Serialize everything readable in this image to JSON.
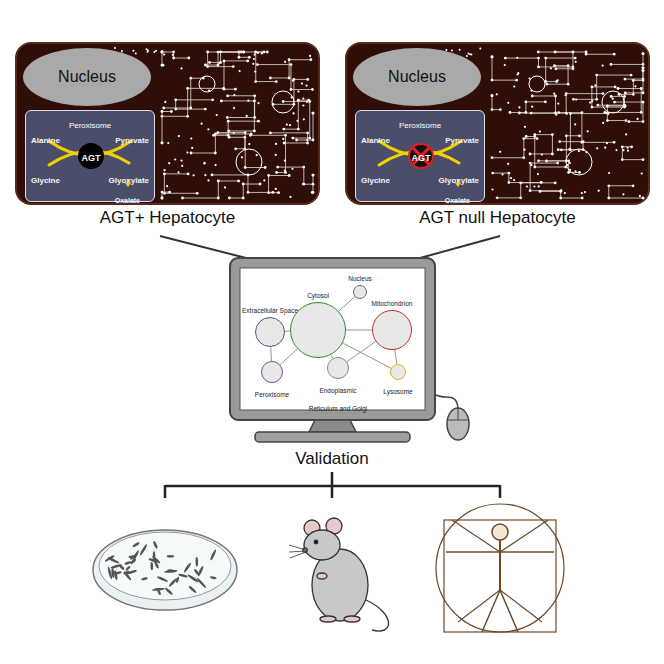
{
  "diagram": {
    "nodes": [
      {
        "text": [
          "AGT+ Hepatocyte"
        ]
      },
      {
        "text": [
          "Nucleus"
        ],
        "in": 0
      },
      {
        "text": [
          "Peroxisome"
        ],
        "in": 0
      },
      {
        "text": [
          "AGT"
        ],
        "in": 2
      },
      {
        "text": [
          "AGT null Hepatocyte"
        ]
      },
      {
        "text": [
          "Nucleus"
        ],
        "in": 4
      },
      {
        "text": [
          "Peroxisome"
        ],
        "in": 4
      },
      {
        "text": [
          "AGT"
        ],
        "in": 6
      },
      {
        "text": [
          "Extracellular Space"
        ]
      },
      {
        "text": [
          "Cytosol"
        ]
      },
      {
        "text": [
          "Nucleus"
        ]
      },
      {
        "text": [
          "Mitochondrion"
        ]
      },
      {
        "text": [
          "Peroxisome"
        ]
      },
      {
        "text": [
          "Endoplasmic Reticulum and Golgi"
        ]
      },
      {
        "text": [
          "Lysosome"
        ]
      }
    ],
    "edges": [
      {
        "from": 9,
        "to": 8,
        "arrow": "none"
      },
      {
        "from": 9,
        "to": 10,
        "arrow": "none"
      },
      {
        "from": 9,
        "to": 11,
        "arrow": "none"
      },
      {
        "from": 9,
        "to": 12,
        "arrow": "none"
      },
      {
        "from": 9,
        "to": 13,
        "arrow": "none"
      },
      {
        "from": 9,
        "to": 14,
        "arrow": "none"
      },
      {
        "from": 11,
        "to": 13,
        "arrow": "none"
      },
      {
        "from": 11,
        "to": 14,
        "arrow": "none"
      },
      {
        "from": 8,
        "to": 12,
        "arrow": "none"
      }
    ],
    "labels": [
      "Alanine",
      "Pyruvate",
      "Glycine",
      "Glyoxylate",
      "Oxalate",
      "Alanine",
      "Pyruvate",
      "Glycine",
      "Glyoxylate",
      "Oxalate",
      "Validation"
    ]
  }
}
